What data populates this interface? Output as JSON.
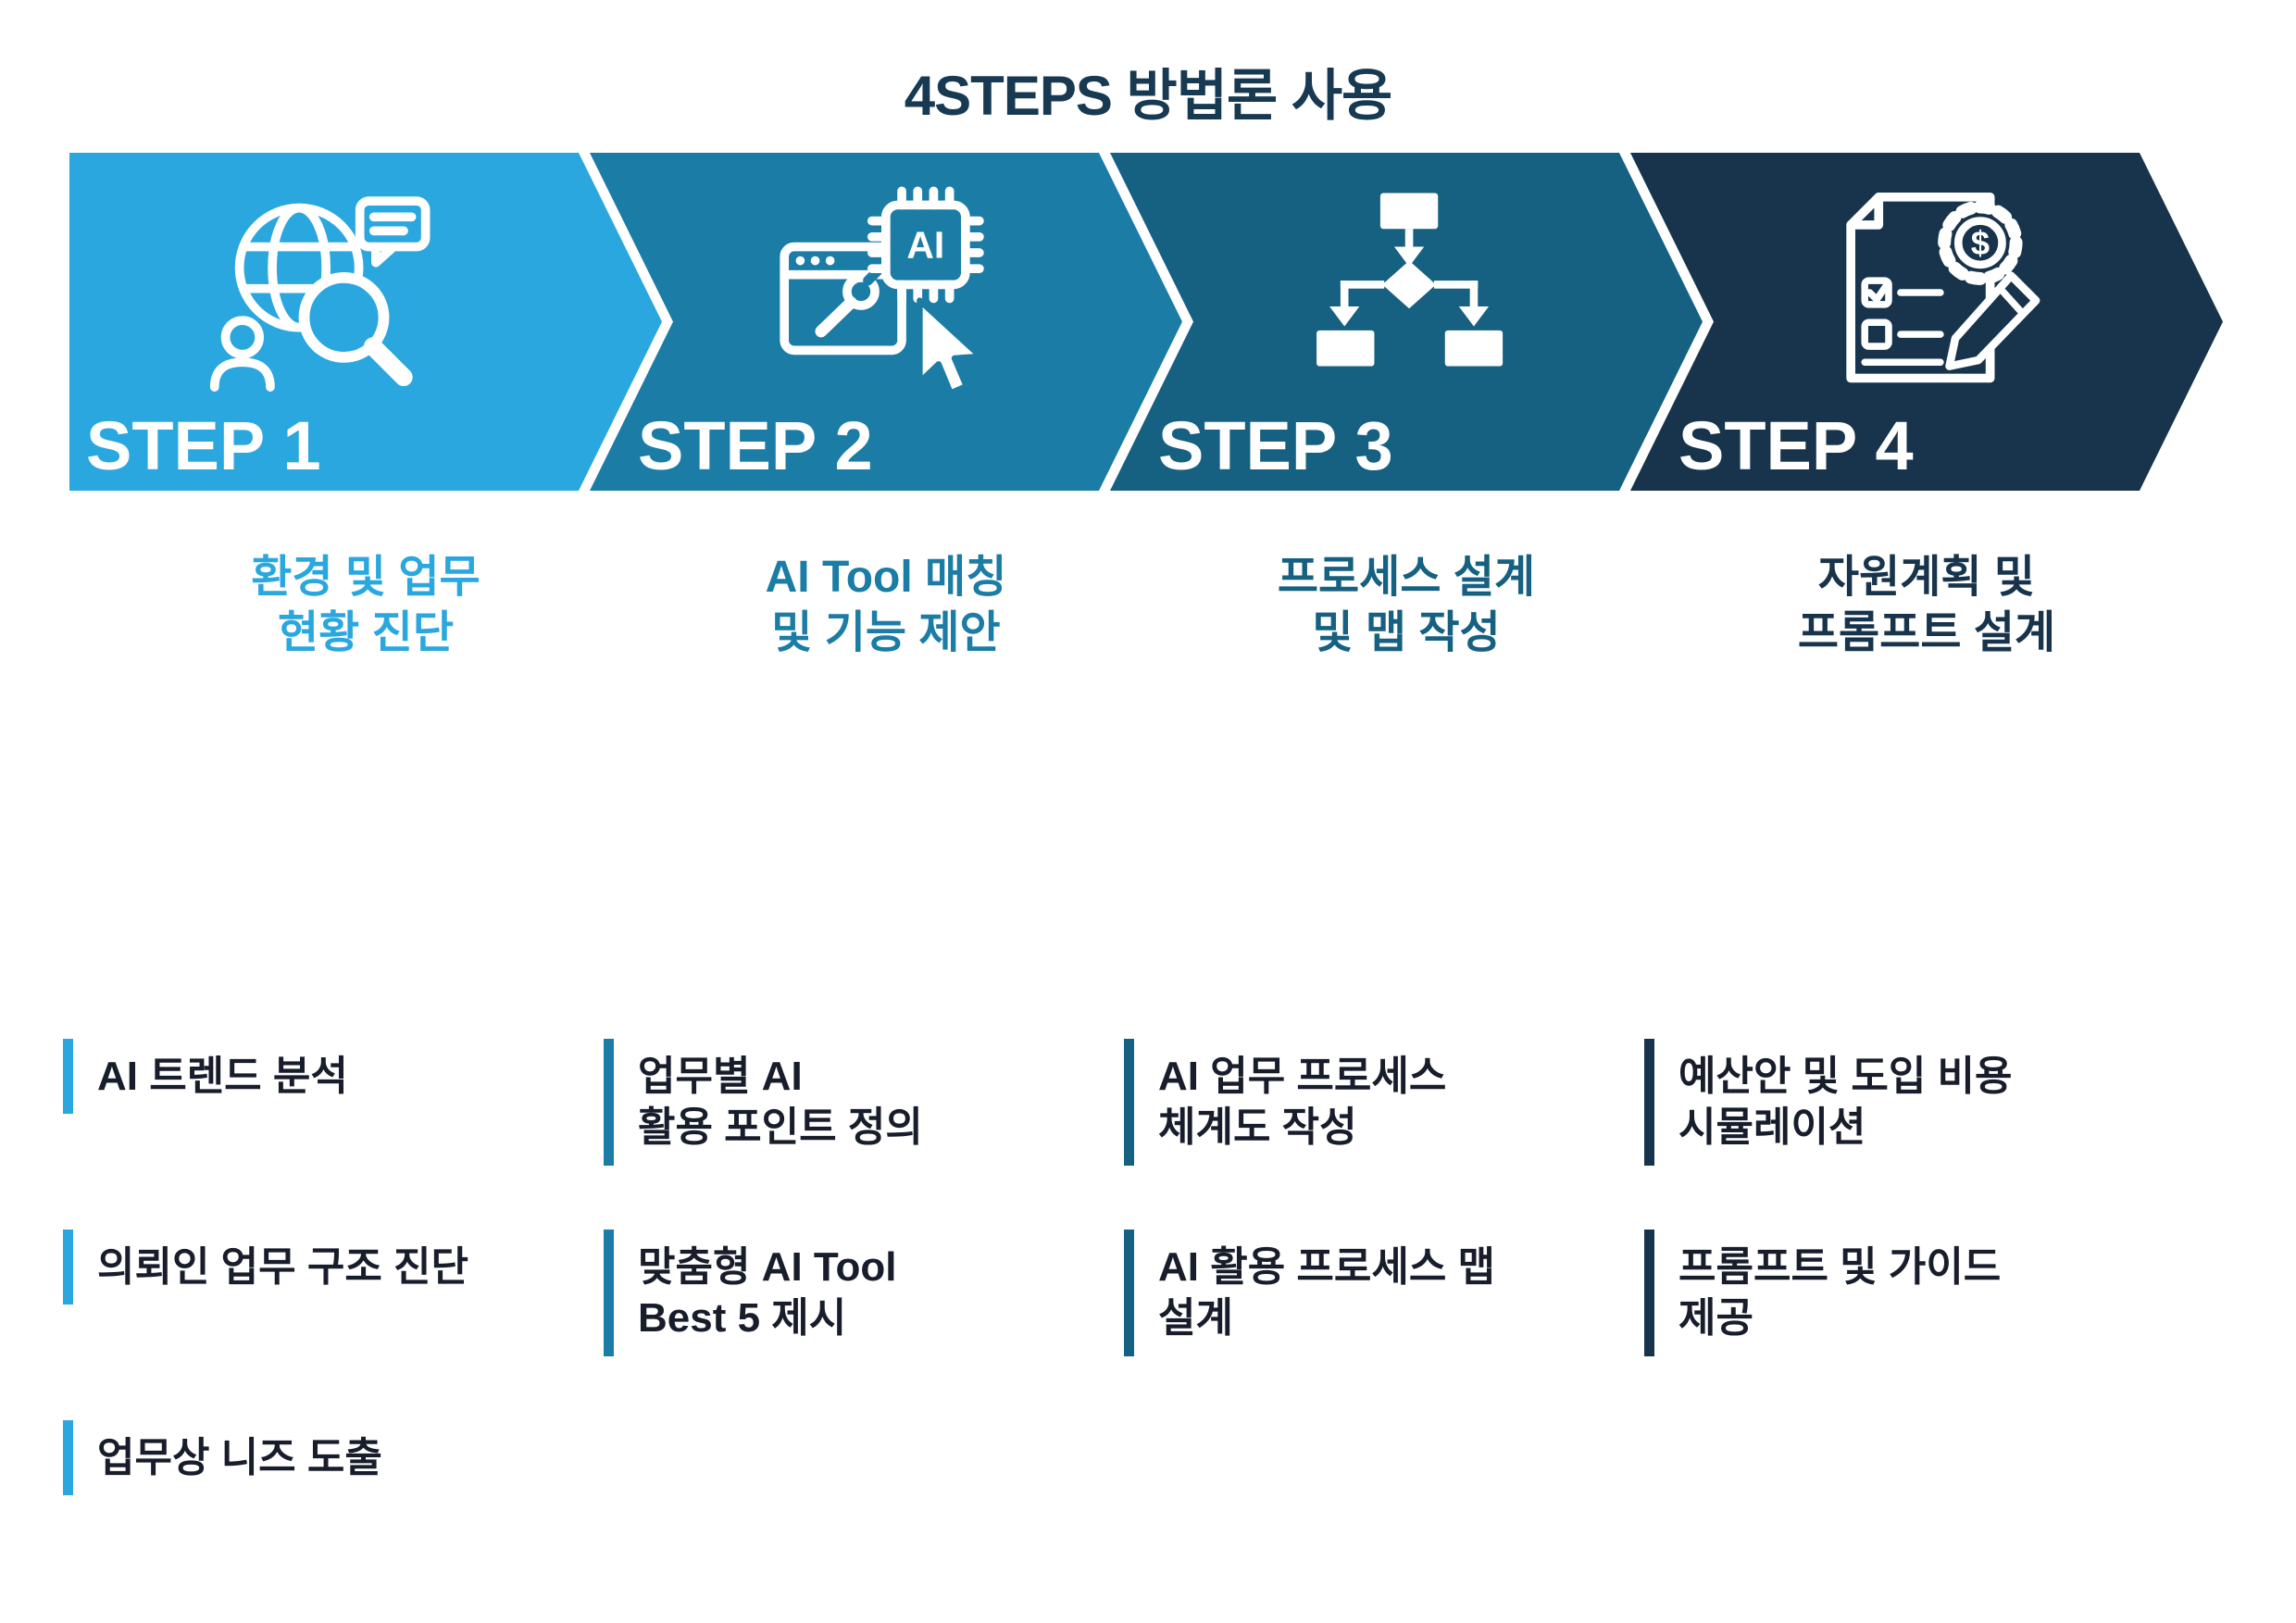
{
  "title": "4STEPS 방법론 사용",
  "colors": {
    "title_text": "#173A52",
    "bullet_text": "#171D2B",
    "step1": "#2AA7DE",
    "step2": "#1B7CA6",
    "step3": "#166081",
    "step4": "#17344C"
  },
  "chip_text": "AI",
  "gear_symbol": "$",
  "steps": [
    {
      "label": "STEP 1",
      "icon": "environment-research-icon",
      "subtitle": [
        "환경 및 업무",
        "현황 진단"
      ],
      "bullets": [
        {
          "lines": [
            "AI 트렌드 분석"
          ]
        },
        {
          "lines": [
            "의뢰인 업무 구조 진단"
          ]
        },
        {
          "lines": [
            "업무상 니즈 도출"
          ]
        }
      ]
    },
    {
      "label": "STEP 2",
      "icon": "ai-tool-matching-icon",
      "subtitle": [
        "AI Tool 매칭",
        "및 기능 제안"
      ],
      "bullets": [
        {
          "lines": [
            "업무별 AI",
            "활용 포인트 정의"
          ]
        },
        {
          "lines": [
            "맞춤형 AI Tool",
            "Best 5 제시"
          ]
        }
      ]
    },
    {
      "label": "STEP 3",
      "icon": "process-flowchart-icon",
      "subtitle": [
        "프로세스 설계",
        "및 맵 작성"
      ],
      "bullets": [
        {
          "lines": [
            "AI 업무 프로세스",
            "체계도 작성"
          ]
        },
        {
          "lines": [
            "AI 활용 프로세스 맵",
            "설계"
          ]
        }
      ]
    },
    {
      "label": "STEP 4",
      "icon": "resource-prompt-icon",
      "subtitle": [
        "자원계획 및",
        "프롬프트 설계"
      ],
      "bullets": [
        {
          "lines": [
            "예산안 및 도입 비용",
            "시뮬레이션"
          ]
        },
        {
          "lines": [
            "프롬프트 및 가이드",
            "제공"
          ]
        }
      ]
    }
  ]
}
